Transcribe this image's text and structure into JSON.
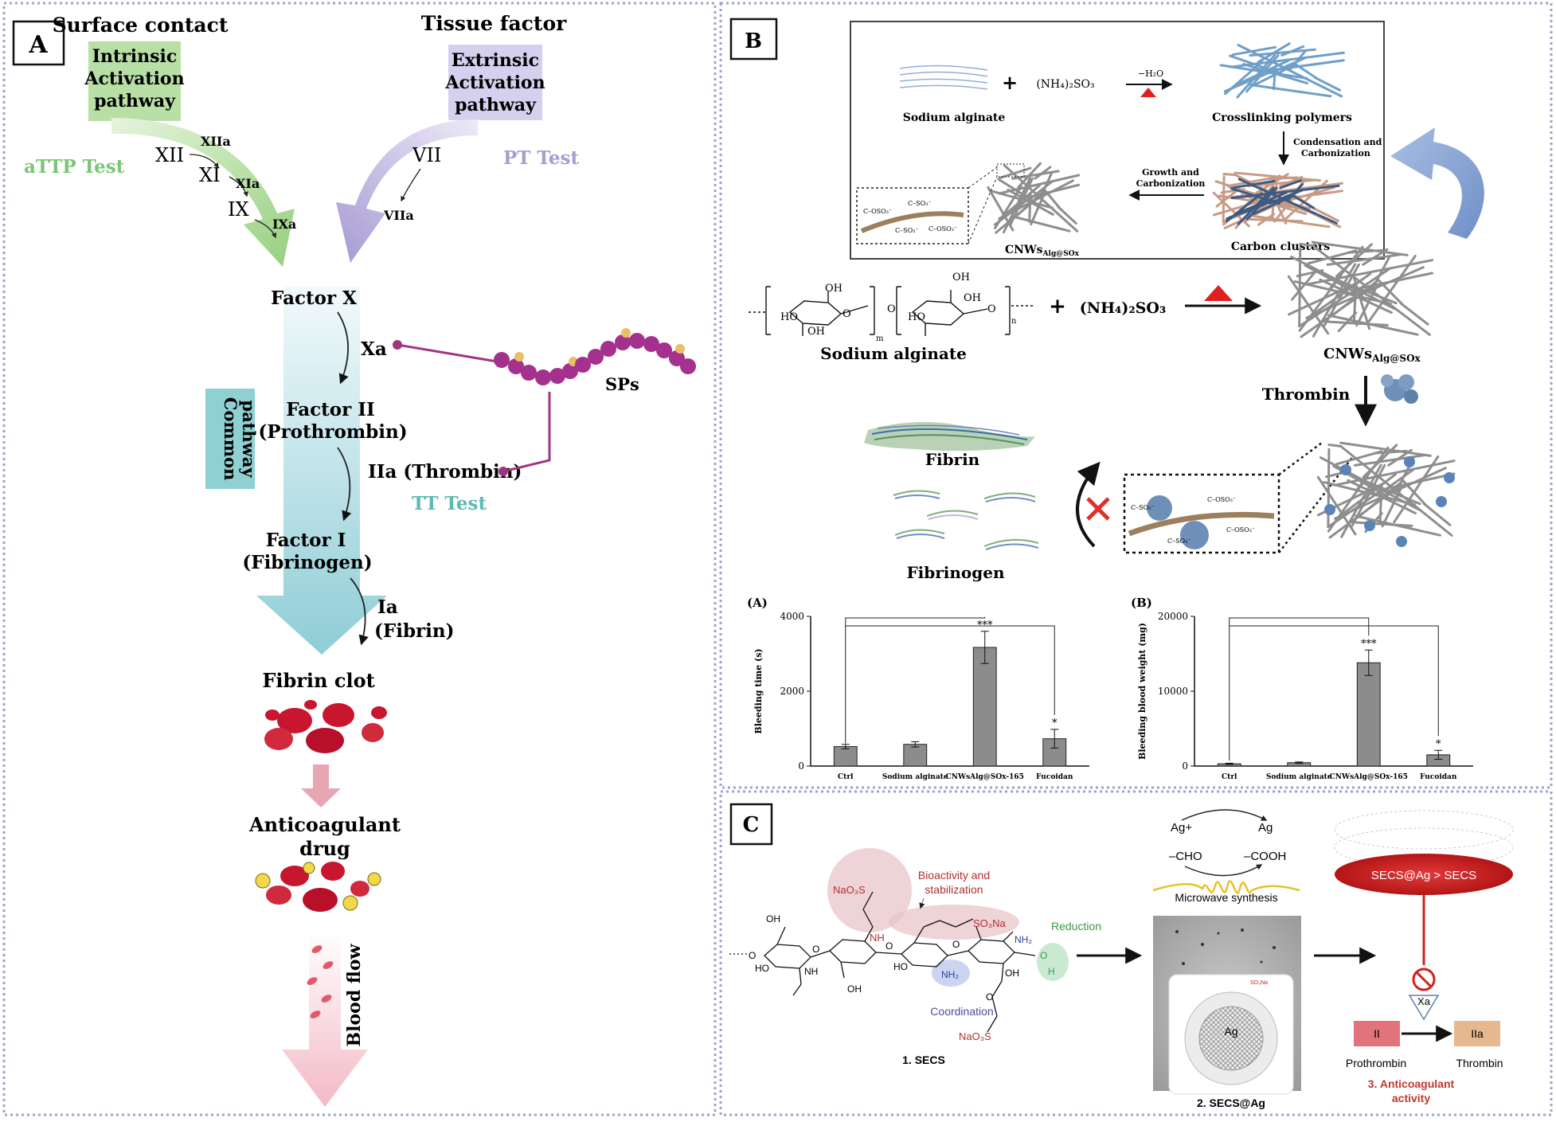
{
  "panel_a": {
    "letter": "A",
    "surface_contact": "Surface contact",
    "intrinsic": [
      "Intrinsic",
      "Activation",
      "pathway"
    ],
    "tissue_factor": "Tissue factor",
    "extrinsic": [
      "Extrinsic",
      "Activation",
      "pathway"
    ],
    "attp_test": "aTTP Test",
    "pt_test": "PT Test",
    "xii": "XII",
    "xiia": "XIIa",
    "xi": "XI",
    "xia": "XIa",
    "ix": "IX",
    "ixa": "IXa",
    "vii": "VII",
    "viia": "VIIa",
    "factor_x": "Factor X",
    "xa": "Xa",
    "common_pathway": [
      "Common",
      "pathway"
    ],
    "factor_ii": "Factor II",
    "prothrombin": "(Prothrombin)",
    "iia": "IIa (Thrombin)",
    "tt_test": "TT Test",
    "factor_i": "Factor I",
    "fibrinogen": "(Fibrinogen)",
    "ia": "Ia",
    "fibrin": "(Fibrin)",
    "sps": "SPs",
    "fibrin_clot": "Fibrin clot",
    "anticoagulant": "Anticoagulant",
    "drug": "drug",
    "blood_flow": "Blood flow"
  },
  "panel_b": {
    "letter": "B",
    "sodium_alginate_small": "Sodium alginate",
    "plus": "+",
    "ammonium_sulfite_small": "(NH₄)₂SO₃",
    "minus_h2o": "−H₂O",
    "crosslinking": "Crosslinking polymers",
    "condensation": [
      "Condensation and",
      "Carbonization"
    ],
    "growth": [
      "Growth and",
      "Carbonization"
    ],
    "carbon_clusters": "Carbon clusters",
    "cnws_main": "CNWs",
    "cnws_sub": "Alg@SOx",
    "sodium_alginate_large": "Sodium alginate",
    "ammonium_sulfite_large": "(NH₄)₂SO₃",
    "thrombin": "Thrombin",
    "fibrin": "Fibrin",
    "fibrinogen": "Fibrinogen",
    "structure_labels": [
      "OH",
      "HO",
      "O",
      "OH",
      "OH",
      "O",
      "HO",
      "OH",
      "O",
      "m",
      "n"
    ],
    "sulfate_labels": [
      "C–OSO₃⁻",
      "C–SO₃⁻",
      "C–SO₃⁻",
      "C–OSO₃⁻"
    ],
    "sulfate_labels_bottom": [
      "C–SO₃⁻",
      "C–OSO₃⁻",
      "C–SO₃⁻",
      "C–OSO₃⁻"
    ]
  },
  "panel_c": {
    "letter": "C",
    "bioactivity": [
      "Bioactivity and",
      "stabilization"
    ],
    "naso3": "NaO₃S",
    "so3na": "SO₃Na",
    "nh": "NH",
    "nh2": "NH₂",
    "coordination": "Coordination",
    "reduction": "Reduction",
    "secs_label": "1. SECS",
    "secs_ag_label": "2. SECS@Ag",
    "ag_plus": "Ag+",
    "ag": "Ag",
    "cho": "–CHO",
    "cooh": "–COOH",
    "microwave": "Microwave synthesis",
    "ag_particle": "Ag",
    "so3na_small": "SO₃Na",
    "ellipse_text": "SECS@Ag > SECS",
    "xa": "Xa",
    "ii": "II",
    "iia": "IIa",
    "prothrombin": "Prothrombin",
    "thrombin": "Thrombin",
    "activity": [
      "3. Anticoagulant",
      "activity"
    ],
    "structure_labels": [
      "OH",
      "O",
      "HO",
      "NH",
      "O",
      "OH",
      "O",
      "HO",
      "O",
      "OH",
      "H",
      "O",
      "O"
    ]
  },
  "colors": {
    "green": "#7cc576",
    "purple": "#a89cd1",
    "teal": "#5dbbb3",
    "magenta": "#a0357f",
    "red": "#c8102e",
    "dark_red": "#c0392b"
  },
  "chart_data": [
    {
      "type": "bar",
      "title": "(A)",
      "ylabel": "Bleeding time (s)",
      "xlabel": "",
      "categories": [
        "Ctrl",
        "Sodium alginate",
        "CNWsAlg@SOx-165",
        "Fucoidan"
      ],
      "values": [
        520,
        580,
        3170,
        730
      ],
      "errors": [
        60,
        70,
        430,
        250
      ],
      "annotations": [
        "",
        "",
        "***",
        "*"
      ],
      "ylim": [
        0,
        4000
      ],
      "yticks": [
        0,
        2000,
        4000
      ],
      "grid": false
    },
    {
      "type": "bar",
      "title": "(B)",
      "ylabel": "Bleeding blood weight (mg)",
      "xlabel": "",
      "categories": [
        "Ctrl",
        "Sodium alginate",
        "CNWsAlg@SOx-165",
        "Fucoidan"
      ],
      "values": [
        300,
        450,
        13800,
        1500
      ],
      "errors": [
        80,
        100,
        1700,
        600
      ],
      "annotations": [
        "",
        "",
        "***",
        "*"
      ],
      "ylim": [
        0,
        20000
      ],
      "yticks": [
        0,
        10000,
        20000
      ],
      "grid": false
    }
  ]
}
